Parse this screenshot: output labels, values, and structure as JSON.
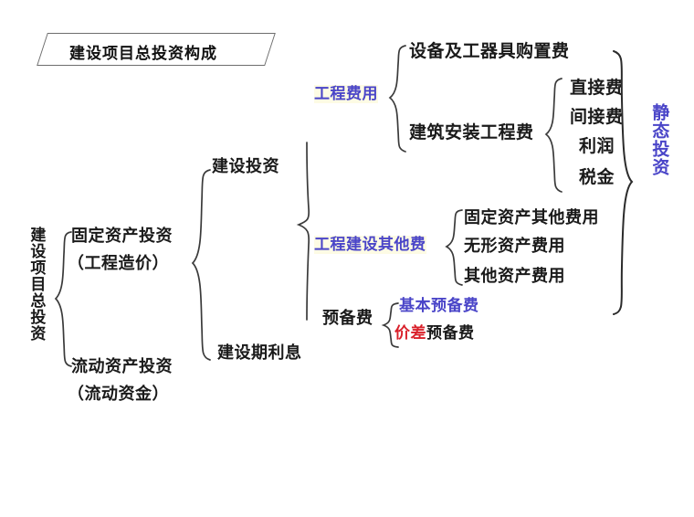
{
  "diagram": {
    "title": "建设项目总投资构成",
    "root": "建设项目总投资",
    "level1": {
      "fixed_asset": "固定资产投资",
      "fixed_asset_sub": "（工程造价）",
      "current_asset": "流动资产投资",
      "current_asset_sub": "（流动资金）"
    },
    "level2": {
      "construction_investment": "建设投资",
      "construction_interest": "建设期利息"
    },
    "level3": {
      "engineering_cost": "工程费用",
      "other_construction_fees": "工程建设其他费",
      "reserve_fees": "预备费"
    },
    "level4": {
      "equipment_purchase": "设备及工器具购置费",
      "building_installation": "建筑安装工程费",
      "fixed_asset_other": "固定资产其他费用",
      "intangible_asset": "无形资产费用",
      "other_asset": "其他资产费用",
      "basic_reserve": "基本预备费",
      "price_diff_prefix": "价差",
      "price_diff_suffix": "预备费"
    },
    "level5": {
      "direct_cost": "直接费",
      "indirect_cost": "间接费",
      "profit": "利润",
      "tax": "税金"
    },
    "summary": {
      "static_investment": "静态投资"
    },
    "colors": {
      "accent": "#4a45c8",
      "highlight": "#fdfbe4",
      "red": "#d9202a",
      "text": "#1a1a1a",
      "line": "#3a3a3a"
    }
  }
}
